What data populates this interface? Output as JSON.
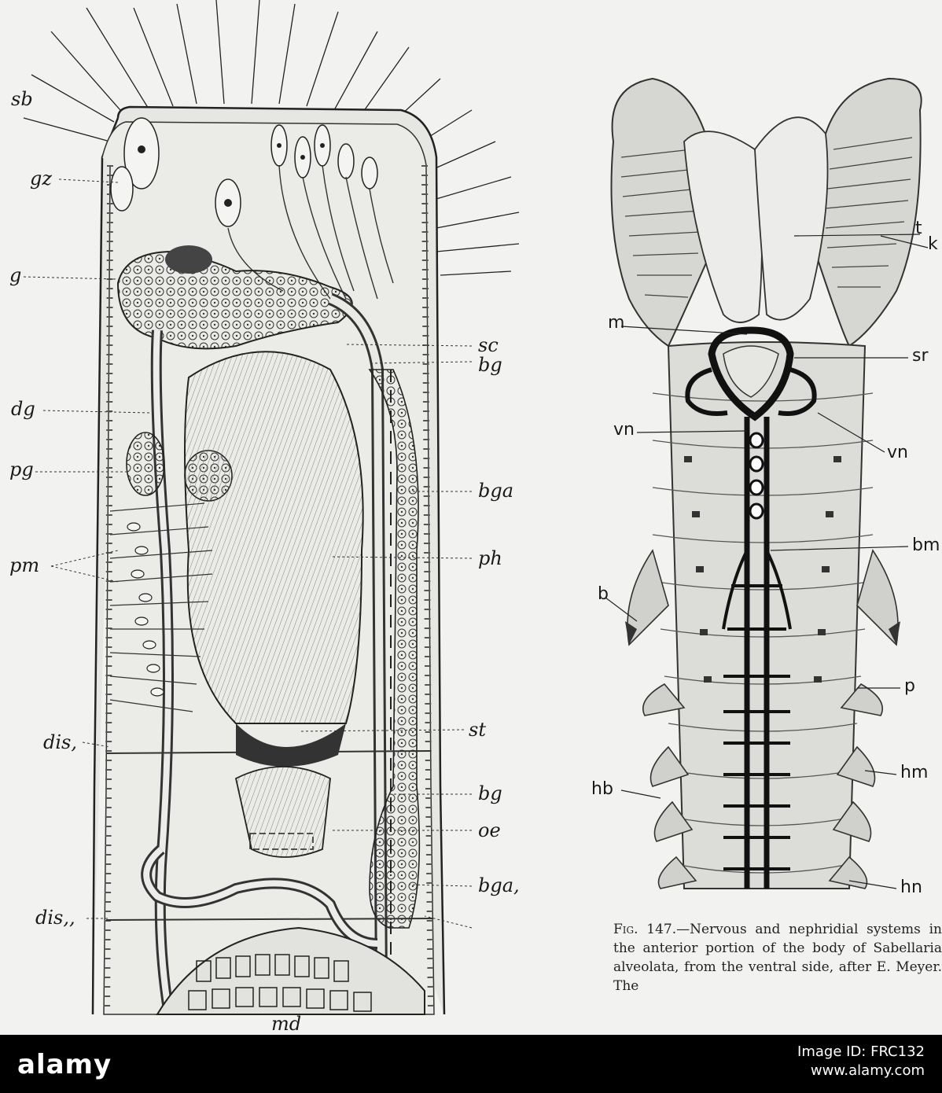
{
  "figure_left": {
    "labels": {
      "sb": "sb",
      "gz": "gz",
      "g": "g",
      "dg": "dg",
      "pg": "pg",
      "pm": "pm",
      "dis1": "dis,",
      "dis2": "dis,,",
      "md": "md",
      "sc": "sc",
      "bg": "bg",
      "bga": "bga",
      "ph": "ph",
      "st": "st",
      "bg2": "bg",
      "oe": "oe",
      "bga2": "bga,"
    }
  },
  "figure_right": {
    "labels": {
      "t": "t",
      "k": "k",
      "m": "m",
      "sr": "sr",
      "vn_left": "vn",
      "vn_right": "vn",
      "bm": "bm",
      "b": "b",
      "p": "p",
      "hm": "hm",
      "hb": "hb",
      "hn": "hn"
    }
  },
  "caption": {
    "fig_number": "Fig. 147.",
    "text": "—Nervous and nephridial systems in the anterior portion of the body of Sabellaria alveolata, from the ventral side, after E. Meyer. The"
  },
  "footer": {
    "logo": "alamy",
    "image_id_label": "Image ID: FRC132",
    "url": "www.alamy.com"
  },
  "colors": {
    "ink": "#1a1a1a",
    "paper": "#f2f2f0",
    "footer": "#000000"
  }
}
